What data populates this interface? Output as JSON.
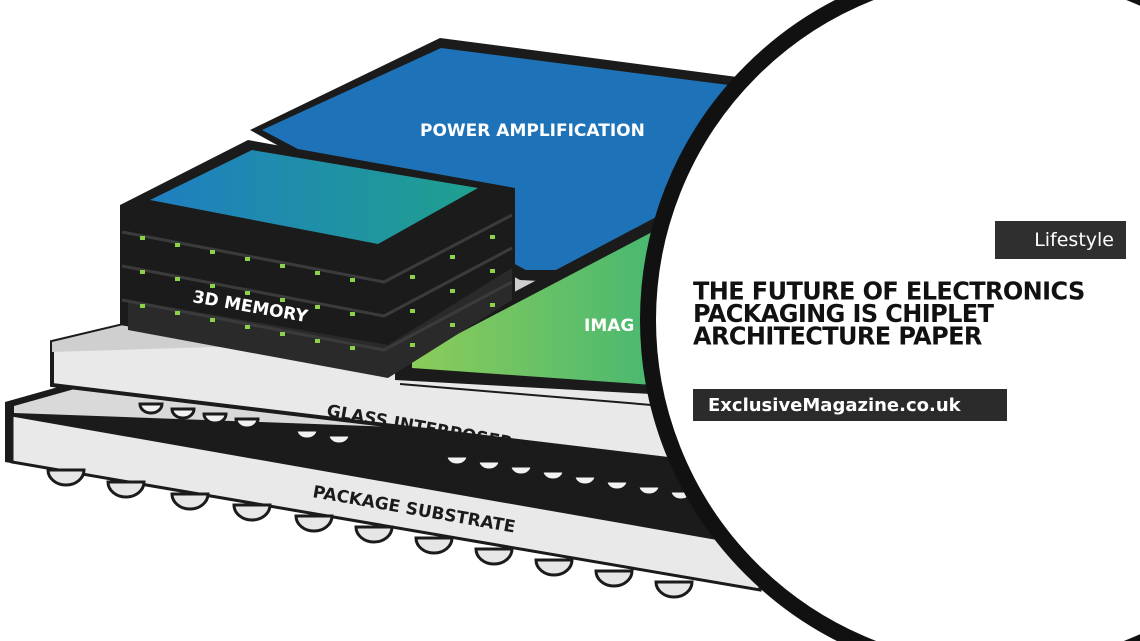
{
  "illustration": {
    "labels": {
      "power": "POWER AMPLIFICATION",
      "memory": "3D MEMORY",
      "image": "IMAG",
      "glass": "GLASS INTERPOSER",
      "substrate": "PACKAGE SUBSTRATE"
    },
    "colors": {
      "power_die": "#1e73b8",
      "memory_top_start": "#1f7ec0",
      "memory_top_end": "#1fa08f",
      "image_die_start": "#8ccc5a",
      "image_die_end": "#2eb07a",
      "layer_gray": "#e9e9e9",
      "dark": "#1b1b1b",
      "memory_dots": "#8bd44a"
    }
  },
  "article": {
    "category": "Lifestyle",
    "title": "THE FUTURE OF ELECTRONICS PACKAGING IS CHIPLET ARCHITECTURE PAPER",
    "source": "ExclusiveMagazine.co.uk"
  }
}
